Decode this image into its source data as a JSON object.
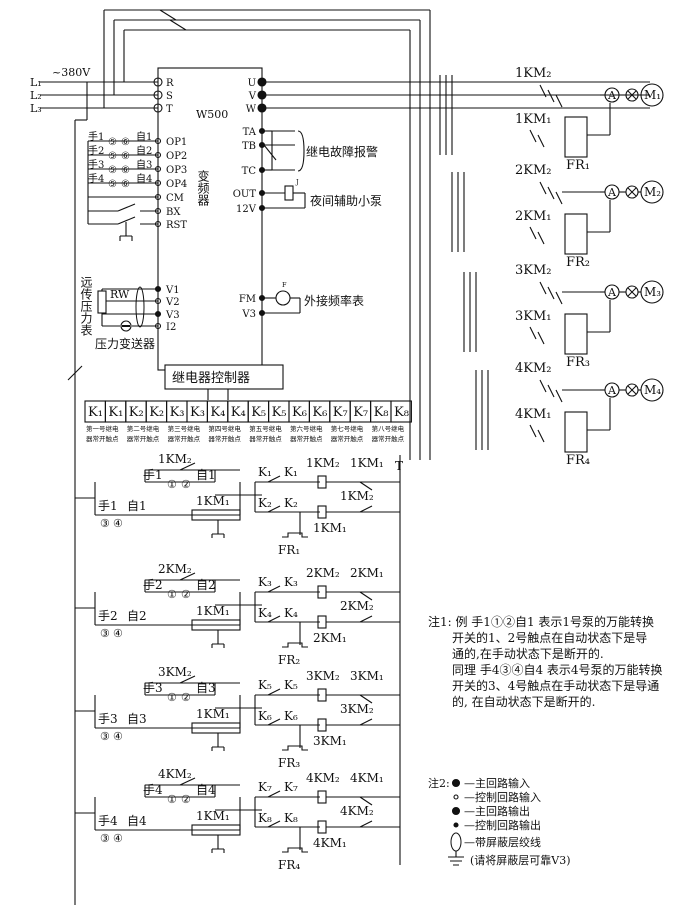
{
  "supply": {
    "l1": "L₁",
    "l2": "L₂",
    "l3": "L₃",
    "voltage": "~380V"
  },
  "inverter": {
    "model": "W500",
    "name": "变频器",
    "left_terminals": [
      "R",
      "S",
      "T",
      "OP1",
      "OP2",
      "OP3",
      "OP4",
      "CM",
      "BX",
      "RST",
      "V1",
      "V2",
      "V3",
      "I2"
    ],
    "right_terminals": [
      "U",
      "V",
      "W",
      "TA",
      "TB",
      "TC",
      "OUT",
      "12V",
      "FM",
      "V3"
    ]
  },
  "switch_labels": {
    "manual": [
      "手1",
      "手2",
      "手3",
      "手4"
    ],
    "auto": [
      "自1",
      "自2",
      "自3",
      "自4"
    ],
    "c5": "⑤",
    "c6": "⑥"
  },
  "labels": {
    "fault_alarm": "继电故障报警",
    "night_pump": "夜间辅助小泵",
    "relay_j": "J",
    "freq_meter": "外接频率表",
    "meter_f": "F",
    "remote_gauge": "远传压力表",
    "rw": "RW",
    "transmitter": "压力变送器",
    "relay_controller": "继电器控制器",
    "t_label": "T"
  },
  "relays": [
    "K₁",
    "K₁",
    "K₂",
    "K₂",
    "K₃",
    "K₃",
    "K₄",
    "K₄",
    "K₅",
    "K₅",
    "K₆",
    "K₆",
    "K₇",
    "K₇",
    "K₈",
    "K₈"
  ],
  "relay_desc": [
    [
      "第一号继电",
      "器常开触点"
    ],
    [
      "第二号继电",
      "器常开触点"
    ],
    [
      "第三号继电",
      "器常开触点"
    ],
    [
      "第四号继电",
      "器常开触点"
    ],
    [
      "第五号继电",
      "器常开触点"
    ],
    [
      "第六号继电",
      "器常开触点"
    ],
    [
      "第七号继电",
      "器常开触点"
    ],
    [
      "第八号继电",
      "器常开触点"
    ]
  ],
  "motors": [
    {
      "km2": "1KM₂",
      "km1": "1KM₁",
      "fr": "FR₁",
      "m": "M₁",
      "a": "A"
    },
    {
      "km2": "2KM₂",
      "km1": "2KM₁",
      "fr": "FR₂",
      "m": "M₂",
      "a": "A"
    },
    {
      "km2": "3KM₂",
      "km1": "3KM₁",
      "fr": "FR₃",
      "m": "M₃",
      "a": "A"
    },
    {
      "km2": "4KM₂",
      "km1": "4KM₁",
      "fr": "FR₄",
      "m": "M₄",
      "a": "A"
    }
  ],
  "rungs": [
    {
      "km2": "1KM₂",
      "km1": "1KM₁",
      "manual": "手1",
      "auto": "自1",
      "ka": "K₁",
      "kb": "K₂",
      "fr": "FR₁",
      "c1": "①",
      "c2": "②",
      "c3": "③",
      "c4": "④"
    },
    {
      "km2": "2KM₂",
      "km1": "1KM₁",
      "manual": "手2",
      "auto": "自2",
      "ka": "K₃",
      "kb": "K₄",
      "fr": "FR₂",
      "c1": "①",
      "c2": "②",
      "c3": "③",
      "c4": "④"
    },
    {
      "km2": "3KM₂",
      "km1": "1KM₁",
      "manual": "手3",
      "auto": "自3",
      "ka": "K₅",
      "kb": "K₆",
      "fr": "FR₃",
      "c1": "①",
      "c2": "②",
      "c3": "③",
      "c4": "④"
    },
    {
      "km2": "4KM₂",
      "km1": "1KM₁",
      "manual": "手4",
      "auto": "自4",
      "ka": "K₇",
      "kb": "K₈",
      "fr": "FR₄",
      "c1": "①",
      "c2": "②",
      "c3": "③",
      "c4": "④"
    }
  ],
  "rung_coils": [
    [
      "1KM₂",
      "1KM₁"
    ],
    [
      "2KM₂",
      "2KM₁"
    ],
    [
      "3KM₂",
      "3KM₁"
    ],
    [
      "4KM₂",
      "4KM₁"
    ]
  ],
  "notes": {
    "note1_lines": [
      "注1: 例 手1①②自1 表示1号泵的万能转换",
      "开关的1、2号触点在自动状态下是导",
      "通的,在手动状态下是断开的.",
      "同理 手4③④自4 表示4号泵的万能转换",
      "开关的3、4号触点在手动状态下是导通",
      "的, 在自动状态下是断开的."
    ],
    "note2_title": "注2:",
    "legend": [
      "—主回路输入",
      "—控制回路输入",
      "—主回路输出",
      "—控制回路输出",
      "—带屏蔽层绞线",
      "(请将屏蔽层可靠V3)"
    ]
  }
}
